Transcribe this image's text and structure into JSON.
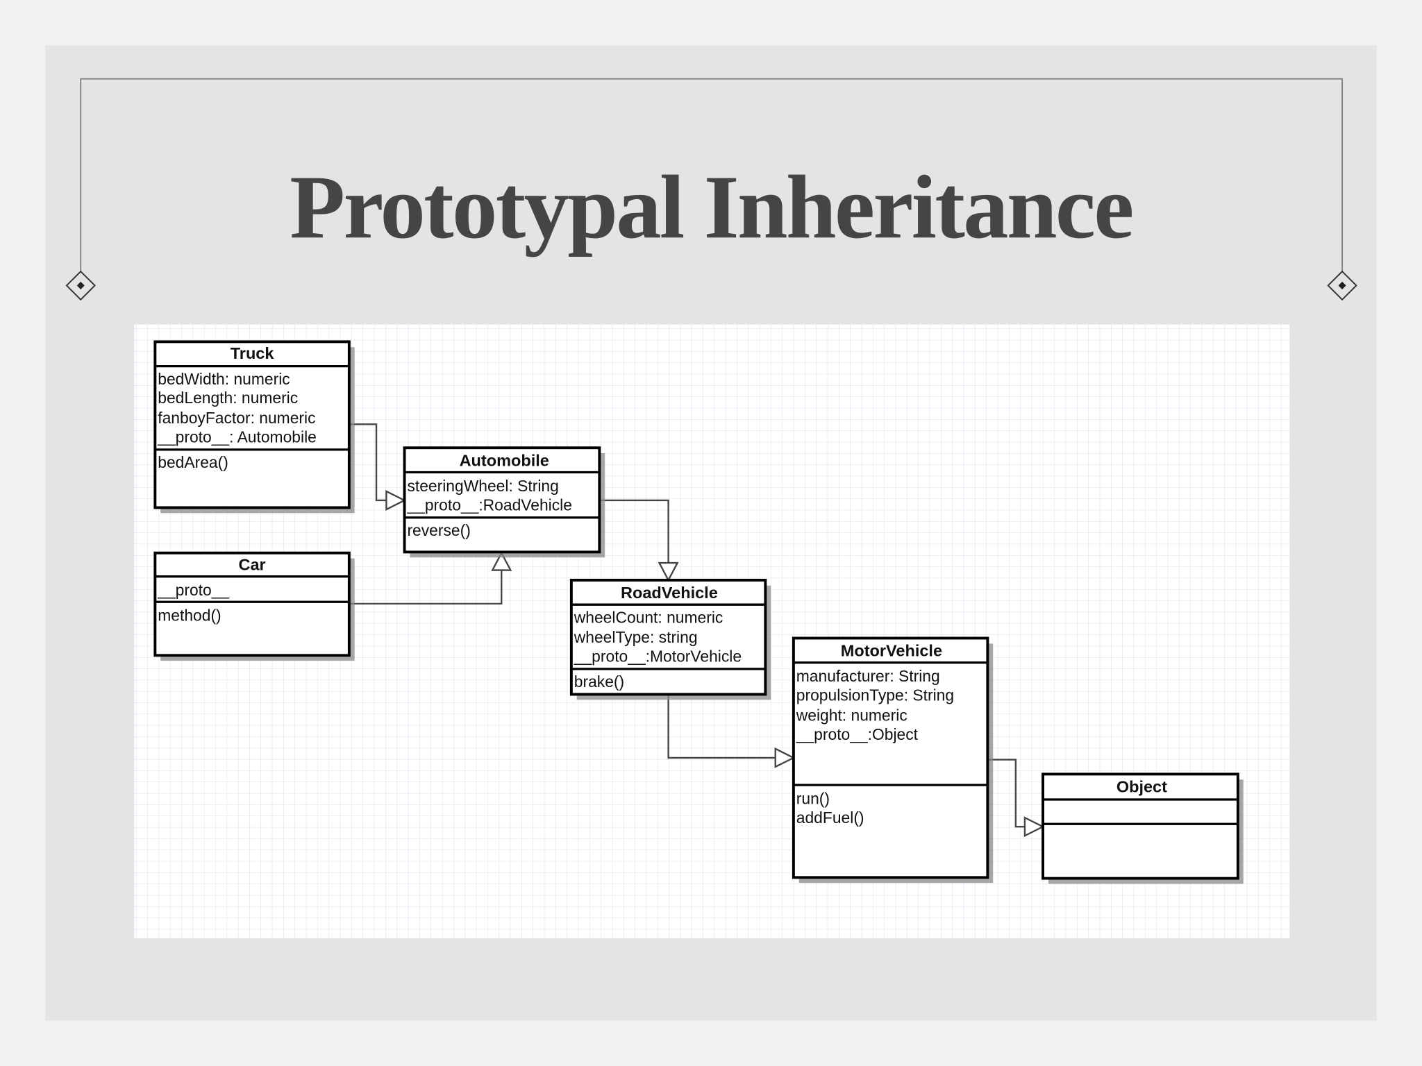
{
  "slide": {
    "title": "Prototypal Inheritance",
    "colors": {
      "background": "#f1f1f1",
      "panel": "#e4e4e6",
      "title": "#454545",
      "grid": "#dcdcf0"
    }
  },
  "diagram": {
    "classes": {
      "truck": {
        "name": "Truck",
        "attributes": [
          "bedWidth: numeric",
          "bedLength: numeric",
          "fanboyFactor: numeric",
          "__proto__: Automobile"
        ],
        "methods": [
          "bedArea()"
        ]
      },
      "automobile": {
        "name": "Automobile",
        "attributes": [
          "steeringWheel: String",
          "__proto__:RoadVehicle"
        ],
        "methods": [
          "reverse()"
        ]
      },
      "car": {
        "name": "Car",
        "attributes": [
          "__proto__"
        ],
        "methods": [
          "method()"
        ]
      },
      "roadvehicle": {
        "name": "RoadVehicle",
        "attributes": [
          "wheelCount: numeric",
          "wheelType: string",
          "__proto__:MotorVehicle"
        ],
        "methods": [
          "brake()"
        ]
      },
      "motorvehicle": {
        "name": "MotorVehicle",
        "attributes": [
          "manufacturer: String",
          "propulsionType: String",
          "weight: numeric",
          "__proto__:Object"
        ],
        "methods": [
          "run()",
          "addFuel()"
        ]
      },
      "object": {
        "name": "Object",
        "attributes": [],
        "methods": []
      }
    },
    "relations": [
      {
        "from": "Truck",
        "to": "Automobile",
        "type": "inheritance"
      },
      {
        "from": "Car",
        "to": "Automobile",
        "type": "inheritance"
      },
      {
        "from": "Automobile",
        "to": "RoadVehicle",
        "type": "inheritance"
      },
      {
        "from": "RoadVehicle",
        "to": "MotorVehicle",
        "type": "inheritance"
      },
      {
        "from": "MotorVehicle",
        "to": "Object",
        "type": "inheritance"
      }
    ]
  }
}
